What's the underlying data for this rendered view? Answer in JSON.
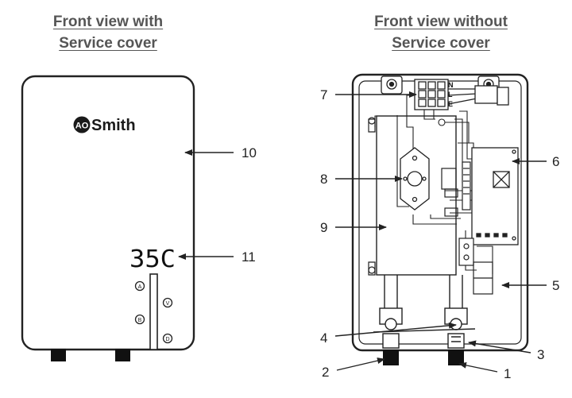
{
  "left_panel": {
    "title_line1": "Front view with",
    "title_line2": "Service cover",
    "logo_badge": "AO",
    "logo_text": "Smith",
    "display_value": "35C",
    "button_glyphs": [
      "A",
      "B",
      "V",
      "D"
    ]
  },
  "right_panel": {
    "title_line1": "Front view without",
    "title_line2": "Service cover",
    "terminal_labels": [
      "N",
      "L",
      "E"
    ]
  },
  "callouts": [
    "1",
    "2",
    "3",
    "4",
    "5",
    "6",
    "7",
    "8",
    "9",
    "10",
    "11"
  ],
  "colors": {
    "line": "#222222",
    "heading": "#555555"
  }
}
